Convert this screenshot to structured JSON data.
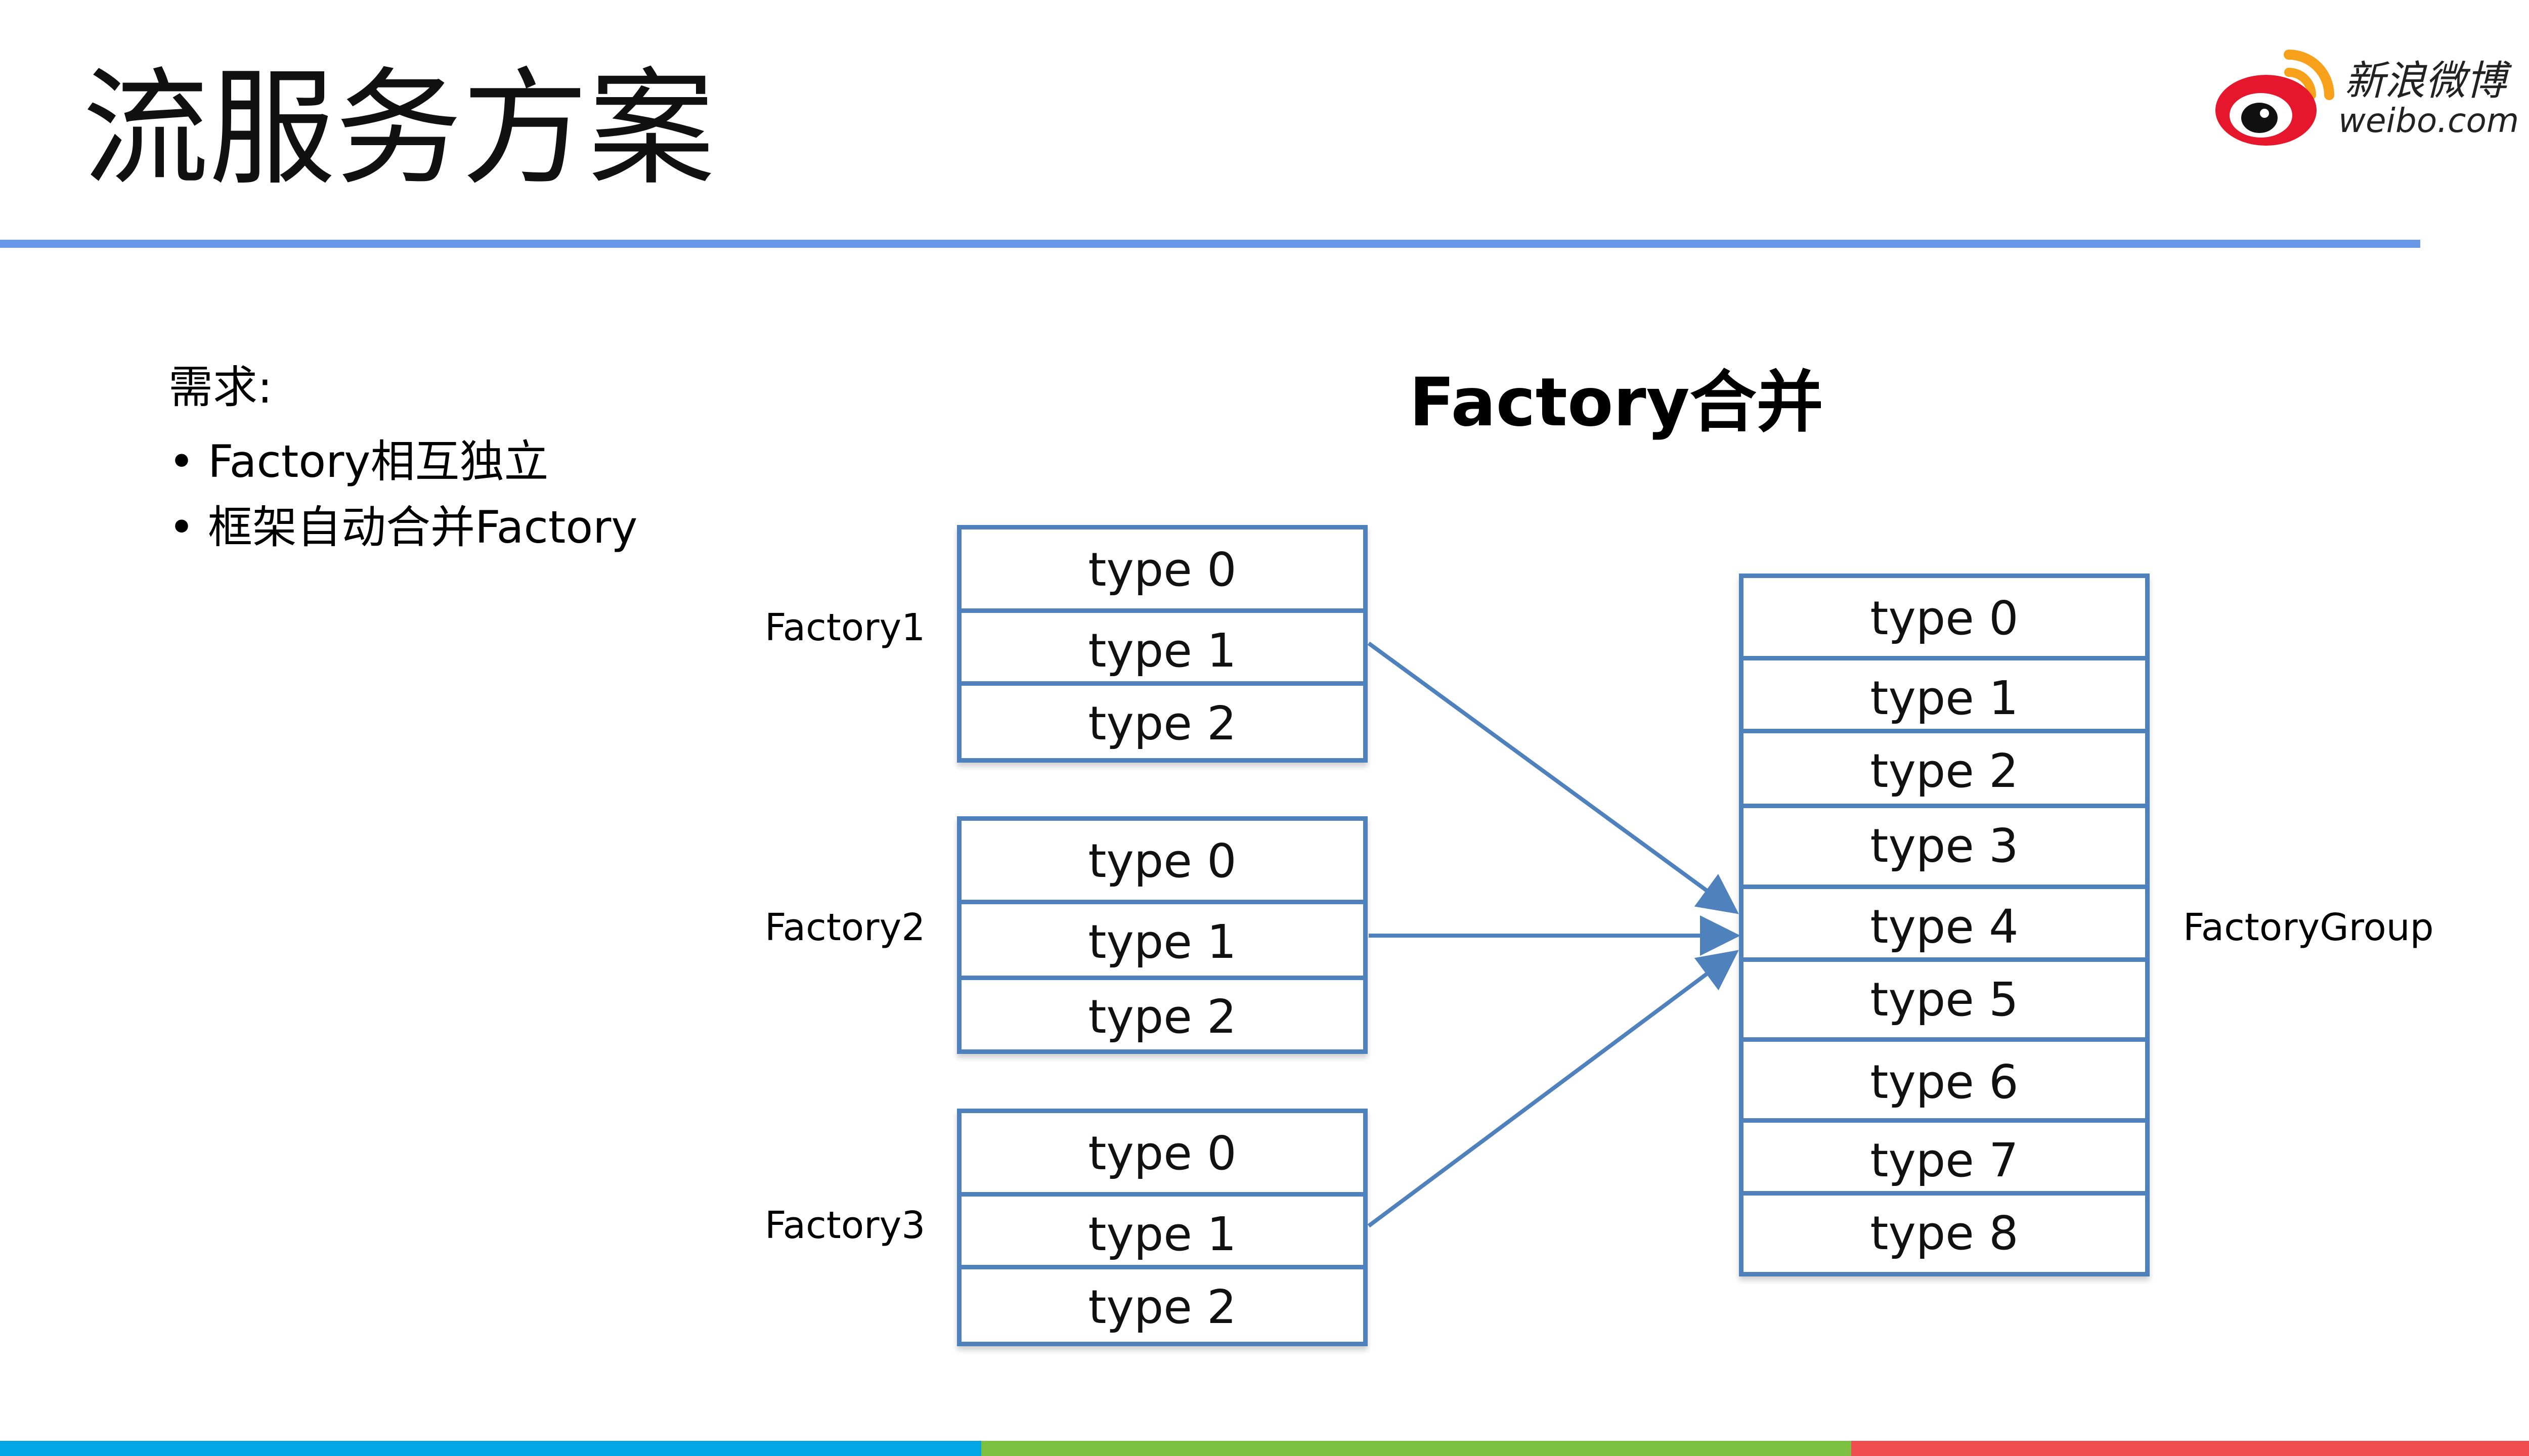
{
  "title": "流服务方案",
  "logo": {
    "cn_text": "新浪微博",
    "en_text": "weibo.com",
    "icon": "weibo-eye-icon",
    "colors": {
      "red": "#e6162d",
      "orange": "#f7a11b",
      "black": "#111111"
    }
  },
  "requirements": {
    "heading": "需求:",
    "items": [
      "Factory相互独立",
      "框架自动合并Factory"
    ]
  },
  "diagram": {
    "title": "Factory合并",
    "factories": [
      {
        "label": "Factory1",
        "types": [
          "type 0",
          "type 1",
          "type 2"
        ]
      },
      {
        "label": "Factory2",
        "types": [
          "type 0",
          "type 1",
          "type 2"
        ]
      },
      {
        "label": "Factory3",
        "types": [
          "type 0",
          "type 1",
          "type 2"
        ]
      }
    ],
    "group": {
      "label": "FactoryGroup",
      "types": [
        "type 0",
        "type 1",
        "type 2",
        "type 3",
        "type 4",
        "type 5",
        "type 6",
        "type 7",
        "type 8"
      ]
    },
    "arrow_color": "#4f81bd",
    "box_border_color": "#4f81bd"
  },
  "footer_colors": [
    "#00a6e6",
    "#7dc143",
    "#f04e4e"
  ]
}
